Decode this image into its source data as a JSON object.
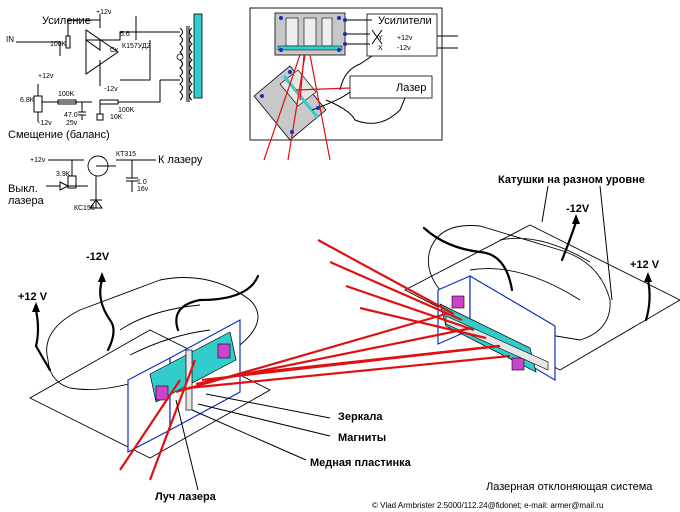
{
  "schematic_amp": {
    "gain_label": "Усиление",
    "in_label": "IN",
    "r_gain": "100K",
    "plus12_top": "+12v",
    "cap_value": "5.6",
    "cap_label": "Cк",
    "chip": "К157УД2",
    "minus12": "-12v",
    "plus12_bias": "+12v",
    "r_bias": "6.8K",
    "r_100k_a": "100K",
    "r_100k_b": "100K",
    "minus12_bias": "-12v",
    "cap_47": "47.0",
    "cap_25v": "25v",
    "r_10k": "10K",
    "bias_label": "Смещение (баланс)"
  },
  "schematic_laser": {
    "plus12": "+12v",
    "transistor": "КТ315",
    "to_laser": "К лазеру",
    "r_39k": "3.9K",
    "cap_val": "1.0",
    "cap_volt": "16v",
    "switch_label_1": "Выкл.",
    "switch_label_2": "лазера",
    "diode": "КС156"
  },
  "block": {
    "amplifiers": "Усилители",
    "plus12": "+12v",
    "minus12": "-12v",
    "x_label": "Y",
    "y_label": "X",
    "laser": "Лазер"
  },
  "drawing": {
    "coils_label": "Катушки на разном уровне",
    "left_minus12": "-12V",
    "left_plus12": "+12 V",
    "right_minus12": "-12V",
    "right_plus12": "+12 V",
    "mirrors": "Зеркала",
    "magnets": "Магниты",
    "copper": "Медная пластинка",
    "beam": "Луч лазера"
  },
  "footer": {
    "title": "Лазерная отклоняющая система",
    "credit": "© Vlad Armbrister  2:5000/112.24@fidonet;  e-mail: armer@mail.ru"
  },
  "colors": {
    "beam": "#e01010",
    "mirror": "#33cccc",
    "magnet": "#cc44cc",
    "frame": "#1030c0",
    "block_fill": "#c8c8c8"
  }
}
